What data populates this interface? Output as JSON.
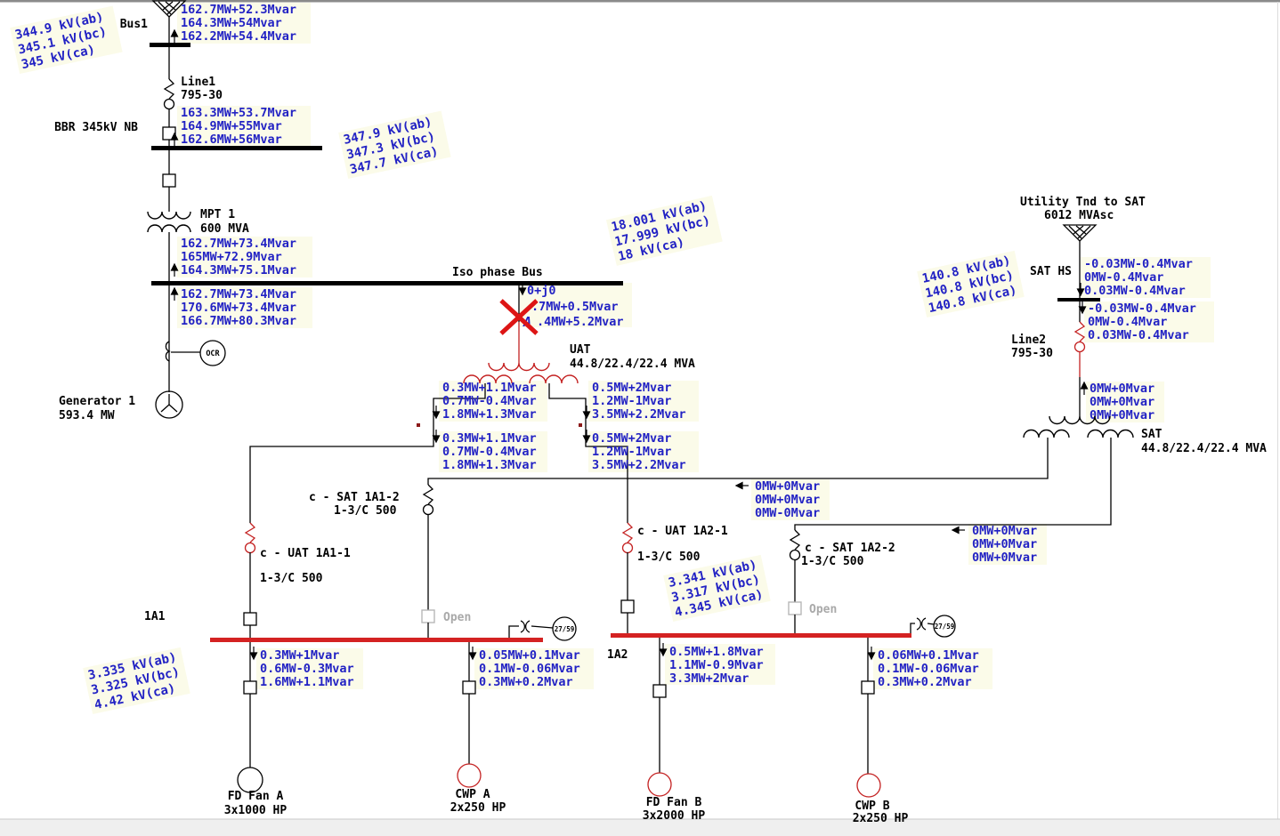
{
  "colors": {
    "value_text": "#2222c4",
    "bus_energized": "#d42222",
    "cable_red": "#c42222",
    "fault_red": "#dd1515",
    "open_gray": "#a9a9a9",
    "black": "#000000"
  },
  "utility_grid": {
    "bus_label": "Bus1",
    "kv": [
      "344.9 kV(ab)",
      "345.1 kV(bc)",
      "345 kV(ca)"
    ],
    "flow": [
      "162.7MW+52.3Mvar",
      "164.3MW+54Mvar",
      "162.2MW+54.4Mvar"
    ]
  },
  "line1": {
    "name": "Line1",
    "size": "795-30",
    "flow": [
      "163.3MW+53.7Mvar",
      "164.9MW+55Mvar",
      "162.6MW+56Mvar"
    ]
  },
  "bbr_bus": {
    "label": "BBR 345kV NB",
    "kv": [
      "347.9 kV(ab)",
      "347.3 kV(bc)",
      "347.7 kV(ca)"
    ]
  },
  "mpt1": {
    "name": "MPT 1",
    "rating": "600 MVA",
    "flow_in": [
      "162.7MW+73.4Mvar",
      "165MW+72.9Mvar",
      "164.3MW+75.1Mvar"
    ],
    "flow_out": [
      "162.7MW+73.4Mvar",
      "170.6MW+73.4Mvar",
      "166.7MW+80.3Mvar"
    ]
  },
  "iso_bus": {
    "label": "Iso phase Bus",
    "kv": [
      "18.001 kV(ab)",
      "17.999 kV(bc)",
      "18 kV(ca)"
    ]
  },
  "generator": {
    "name": "Generator 1",
    "rating": "593.4 MW"
  },
  "fault": {
    "marker": "A",
    "values": [
      "0+j0",
      ".7MW+0.5Mvar",
      ".4MW+5.2Mvar"
    ]
  },
  "uat": {
    "name": "UAT",
    "rating": "44.8/22.4/22.4 MVA",
    "left_flow": [
      "0.3MW+1.1Mvar",
      "0.7MW-0.4Mvar",
      "1.8MW+1.3Mvar"
    ],
    "right_flow": [
      "0.5MW+2Mvar",
      "1.2MW-1Mvar",
      "3.5MW+2.2Mvar"
    ]
  },
  "utility_sat": {
    "title": "Utility Tnd to SAT",
    "rating": "6012 MVAsc"
  },
  "sat_hs_bus": {
    "label": "SAT HS",
    "kv": [
      "140.8 kV(ab)",
      "140.8 kV(bc)",
      "140.8 kV(ca)"
    ],
    "flow_above": [
      "-0.03MW-0.4Mvar",
      "0MW-0.4Mvar",
      "0.03MW-0.4Mvar"
    ],
    "flow_below": [
      "-0.03MW-0.4Mvar",
      "0MW-0.4Mvar",
      "0.03MW-0.4Mvar"
    ]
  },
  "line2": {
    "name": "Line2",
    "size": "795-30",
    "flow": [
      "0MW+0Mvar",
      "0MW+0Mvar",
      "0MW+0Mvar"
    ]
  },
  "sat": {
    "name": "SAT",
    "rating": "44.8/22.4/22.4 MVA",
    "flow_to_1a1": [
      "0MW+0Mvar",
      "0MW+0Mvar",
      "0MW-0Mvar"
    ],
    "flow_to_1a2": [
      "0MW+0Mvar",
      "0MW+0Mvar",
      "0MW+0Mvar"
    ]
  },
  "cables": {
    "sat_1a1_2": {
      "name": "c - SAT 1A1-2",
      "size": "1-3/C 500"
    },
    "uat_1a1_1": {
      "name": "c - UAT 1A1-1",
      "size": "1-3/C 500"
    },
    "uat_1a2_1": {
      "name": "c - UAT 1A2-1",
      "size": "1-3/C 500"
    },
    "sat_1a2_2": {
      "name": "c - SAT 1A2-2",
      "size": "1-3/C 500"
    }
  },
  "switches": {
    "open_label": "Open"
  },
  "relays": {
    "bus_relay_1a1": "27/59",
    "bus_relay_1a2": "27/59",
    "generator_relay": "OCR"
  },
  "bus_1a1": {
    "label": "1A1",
    "kv": [
      "3.335 kV(ab)",
      "3.325 kV(bc)",
      "4.42 kV(ca)"
    ]
  },
  "bus_1a2": {
    "label": "1A2",
    "kv": [
      "3.341 kV(ab)",
      "3.317 kV(bc)",
      "4.345 kV(ca)"
    ]
  },
  "loads": {
    "fd_fan_a": {
      "name": "FD Fan A",
      "rating": "3x1000 HP",
      "flow": [
        "0.3MW+1Mvar",
        "0.6MW-0.3Mvar",
        "1.6MW+1.1Mvar"
      ]
    },
    "cwp_a": {
      "name": "CWP A",
      "rating": "2x250 HP",
      "flow": [
        "0.05MW+0.1Mvar",
        "0.1MW-0.06Mvar",
        "0.3MW+0.2Mvar"
      ]
    },
    "fd_fan_b": {
      "name": "FD Fan B",
      "rating": "3x2000 HP",
      "flow": [
        "0.5MW+1.8Mvar",
        "1.1MW-0.9Mvar",
        "3.3MW+2Mvar"
      ]
    },
    "cwp_b": {
      "name": "CWP B",
      "rating": "2x250 HP",
      "flow": [
        "0.06MW+0.1Mvar",
        "0.1MW-0.06Mvar",
        "0.3MW+0.2Mvar"
      ]
    }
  }
}
